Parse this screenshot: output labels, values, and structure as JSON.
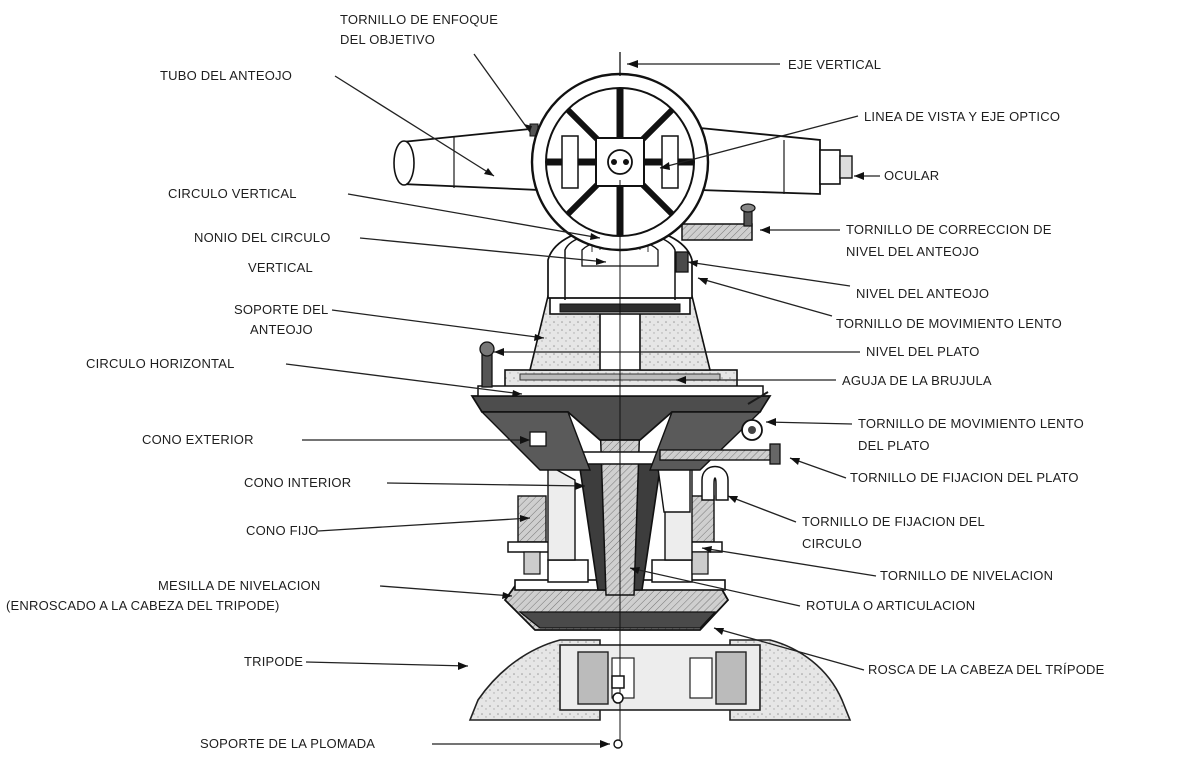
{
  "labels": {
    "tornillo_enfoque_1": "TORNILLO DE ENFOQUE",
    "tornillo_enfoque_2": "DEL OBJETIVO",
    "eje_vertical": "EJE VERTICAL",
    "tubo_anteojo": "TUBO DEL ANTEOJO",
    "linea_vista": "LINEA DE VISTA Y EJE OPTICO",
    "ocular": "OCULAR",
    "circulo_vertical": "CIRCULO VERTICAL",
    "tornillo_correccion_1": "TORNILLO DE CORRECCION DE",
    "tornillo_correccion_2": "NIVEL DEL ANTEOJO",
    "nonio_1": "NONIO DEL CIRCULO",
    "nonio_2": "VERTICAL",
    "nivel_anteojo": "NIVEL DEL ANTEOJO",
    "soporte_anteojo_1": "SOPORTE DEL",
    "soporte_anteojo_2": "ANTEOJO",
    "tornillo_mov_lento": "TORNILLO DE MOVIMIENTO LENTO",
    "nivel_plato": "NIVEL DEL PLATO",
    "circulo_horizontal": "CIRCULO HORIZONTAL",
    "aguja_brujula": "AGUJA DE LA BRUJULA",
    "tornillo_mov_lento_plato_1": "TORNILLO DE MOVIMIENTO LENTO",
    "tornillo_mov_lento_plato_2": "DEL PLATO",
    "cono_exterior": "CONO EXTERIOR",
    "tornillo_fijacion_plato": "TORNILLO DE FIJACION DEL PLATO",
    "cono_interior": "CONO INTERIOR",
    "tornillo_fijacion_circulo_1": "TORNILLO DE FIJACION DEL",
    "tornillo_fijacion_circulo_2": "CIRCULO",
    "cono_fijo": "CONO FIJO",
    "tornillo_nivelacion": "TORNILLO DE NIVELACION",
    "mesilla_1": "MESILLA DE NIVELACION",
    "mesilla_2": "(ENROSCADO A LA CABEZA DEL TRIPODE)",
    "rotula": "ROTULA O ARTICULACION",
    "tripode": "TRIPODE",
    "rosca": "ROSCA DE LA CABEZA DEL TRÍPODE",
    "soporte_plomada": "SOPORTE DE LA PLOMADA"
  }
}
